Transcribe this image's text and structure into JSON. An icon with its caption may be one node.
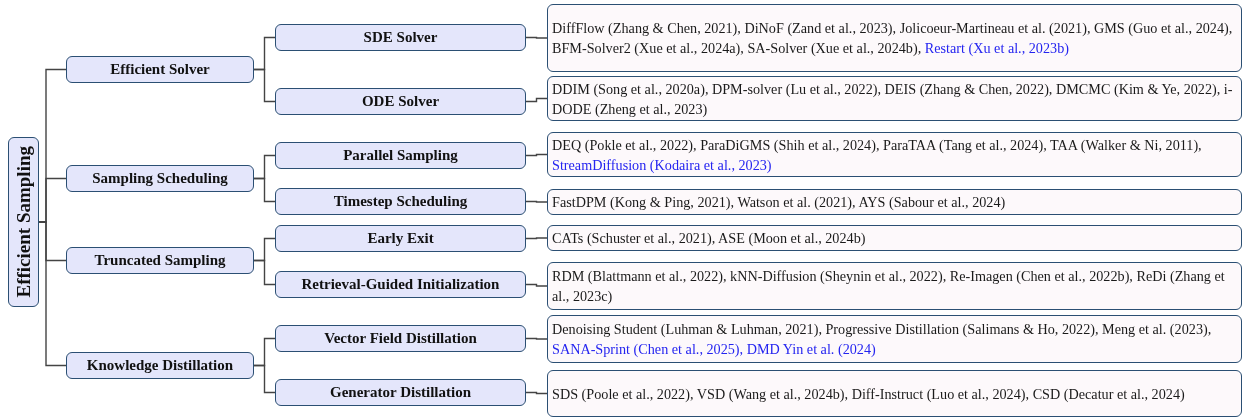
{
  "diagram": {
    "nodes": [
      {
        "text": [
          "Efficient Sampling"
        ]
      },
      {
        "text": [
          "Efficient Solver"
        ]
      },
      {
        "text": [
          "SDE Solver"
        ]
      },
      {
        "text": [
          "DiffFlow (Zhang & Chen, 2021), DiNoF (Zand et al., 2023), Jolicoeur-Martineau et al. (2021), GMS (Guo et al., 2024), BFM-Solver2 (Xue et al., 2024a), SA-Solver (Xue et al., 2024b),",
          "Restart (Xu et al., 2023b)"
        ]
      },
      {
        "text": [
          "ODE Solver"
        ]
      },
      {
        "text": [
          "DDIM (Song et al., 2020a), DPM-solver (Lu et al., 2022), DEIS (Zhang & Chen, 2022), DMCMC (Kim & Ye, 2022), i-DODE (Zheng et al., 2023)"
        ]
      },
      {
        "text": [
          "Sampling Scheduling"
        ]
      },
      {
        "text": [
          "Parallel Sampling"
        ]
      },
      {
        "text": [
          "DEQ (Pokle et al., 2022), ParaDiGMS (Shih et al., 2024), ParaTAA (Tang et al., 2024), TAA (Walker & Ni, 2011),",
          "StreamDiffusion (Kodaira et al., 2023)"
        ]
      },
      {
        "text": [
          "Timestep Scheduling"
        ]
      },
      {
        "text": [
          "FastDPM (Kong & Ping, 2021), Watson et al. (2021), AYS (Sabour et al., 2024)"
        ]
      },
      {
        "text": [
          "Truncated Sampling"
        ]
      },
      {
        "text": [
          "Early Exit"
        ]
      },
      {
        "text": [
          "CATs (Schuster et al., 2021), ASE (Moon et al., 2024b)"
        ]
      },
      {
        "text": [
          "Retrieval-Guided Initialization"
        ]
      },
      {
        "text": [
          "RDM (Blattmann et al., 2022), kNN-Diffusion (Sheynin et al., 2022), Re-Imagen (Chen et al., 2022b), ReDi (Zhang et al., 2023c)"
        ]
      },
      {
        "text": [
          "Knowledge Distillation"
        ]
      },
      {
        "text": [
          "Vector Field Distillation"
        ]
      },
      {
        "text": [
          "Denoising Student (Luhman & Luhman, 2021), Progressive Distillation (Salimans & Ho, 2022), Meng et al. (2023),",
          "SANA-Sprint (Chen et al., 2025), DMD Yin et al. (2024)"
        ]
      },
      {
        "text": [
          "Generator Distillation"
        ]
      },
      {
        "text": [
          "SDS (Poole et al., 2022), VSD (Wang et al., 2024b), Diff-Instruct (Luo et al., 2024), CSD (Decatur et al., 2024)"
        ]
      }
    ],
    "edges": [
      {
        "from": 0,
        "to": 1,
        "arrow": "none"
      },
      {
        "from": 0,
        "to": 6,
        "arrow": "none"
      },
      {
        "from": 0,
        "to": 11,
        "arrow": "none"
      },
      {
        "from": 0,
        "to": 16,
        "arrow": "none"
      },
      {
        "from": 1,
        "to": 2,
        "arrow": "none"
      },
      {
        "from": 1,
        "to": 4,
        "arrow": "none"
      },
      {
        "from": 2,
        "to": 3,
        "arrow": "none"
      },
      {
        "from": 4,
        "to": 5,
        "arrow": "none"
      },
      {
        "from": 6,
        "to": 7,
        "arrow": "none"
      },
      {
        "from": 6,
        "to": 9,
        "arrow": "none"
      },
      {
        "from": 7,
        "to": 8,
        "arrow": "none"
      },
      {
        "from": 9,
        "to": 10,
        "arrow": "none"
      },
      {
        "from": 11,
        "to": 12,
        "arrow": "none"
      },
      {
        "from": 11,
        "to": 14,
        "arrow": "none"
      },
      {
        "from": 12,
        "to": 13,
        "arrow": "none"
      },
      {
        "from": 14,
        "to": 15,
        "arrow": "none"
      },
      {
        "from": 16,
        "to": 17,
        "arrow": "none"
      },
      {
        "from": 16,
        "to": 19,
        "arrow": "none"
      },
      {
        "from": 17,
        "to": 18,
        "arrow": "none"
      },
      {
        "from": 19,
        "to": 20,
        "arrow": "none"
      }
    ]
  }
}
